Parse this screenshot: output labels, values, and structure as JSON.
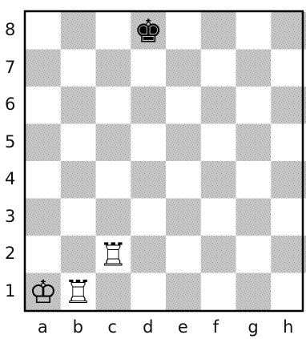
{
  "board": {
    "files": [
      "a",
      "b",
      "c",
      "d",
      "e",
      "f",
      "g",
      "h"
    ],
    "ranks": [
      "8",
      "7",
      "6",
      "5",
      "4",
      "3",
      "2",
      "1"
    ],
    "colors": {
      "light": "#ffffff",
      "dark_base": "#c8c8c8",
      "dark_speckle": "#9a9a9a",
      "border": "#000000"
    }
  },
  "pieces": [
    {
      "square": "d8",
      "color": "black",
      "type": "king",
      "icon": "black-king-icon",
      "glyph": "♚"
    },
    {
      "square": "c2",
      "color": "white",
      "type": "rook",
      "icon": "white-rook-icon",
      "glyph": "♖"
    },
    {
      "square": "b1",
      "color": "white",
      "type": "rook",
      "icon": "white-rook-icon",
      "glyph": "♖"
    },
    {
      "square": "a1",
      "color": "white",
      "type": "king",
      "icon": "white-king-icon",
      "glyph": "♔"
    }
  ]
}
